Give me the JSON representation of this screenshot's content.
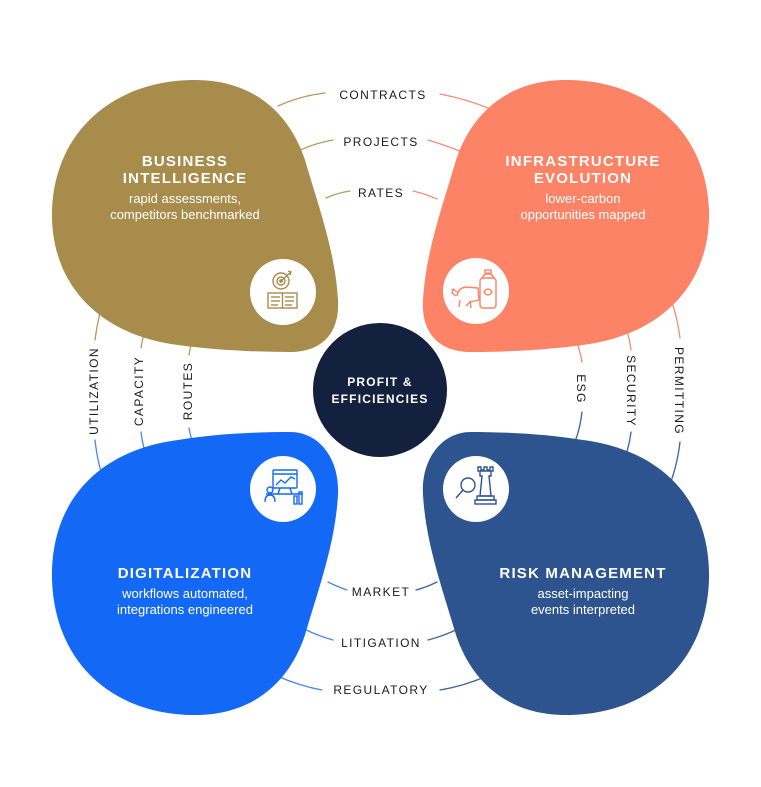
{
  "center": {
    "line1": "PROFIT &",
    "line2": "EFFICIENCIES",
    "color": "#13213f"
  },
  "petals": {
    "business_intelligence": {
      "title1": "BUSINESS",
      "title2": "INTELLIGENCE",
      "sub1": "rapid assessments,",
      "sub2": "competitors benchmarked",
      "color": "#a88c4c",
      "icon": "target-report-icon"
    },
    "infrastructure_evolution": {
      "title1": "INFRASTRUCTURE",
      "title2": "EVOLUTION",
      "sub1": "lower-carbon",
      "sub2": "opportunities mapped",
      "color": "#fd8366",
      "icon": "gas-cylinder-cow-icon"
    },
    "digitalization": {
      "title1": "DIGITALIZATION",
      "sub1": "workflows automated,",
      "sub2": "integrations engineered",
      "color": "#1369f5",
      "icon": "workstation-chart-icon"
    },
    "risk_management": {
      "title1": "RISK MANAGEMENT",
      "sub1": "asset-impacting",
      "sub2": "events interpreted",
      "color": "#2e548f",
      "icon": "chess-magnifier-icon"
    }
  },
  "ring_labels": {
    "top": [
      "CONTRACTS",
      "PROJECTS",
      "RATES"
    ],
    "left": [
      "UTILIZATION",
      "CAPACITY",
      "ROUTES"
    ],
    "right": [
      "ESG",
      "SECURITY",
      "PERMITTING"
    ],
    "bottom": [
      "MARKET",
      "LITIGATION",
      "REGULATORY"
    ]
  }
}
